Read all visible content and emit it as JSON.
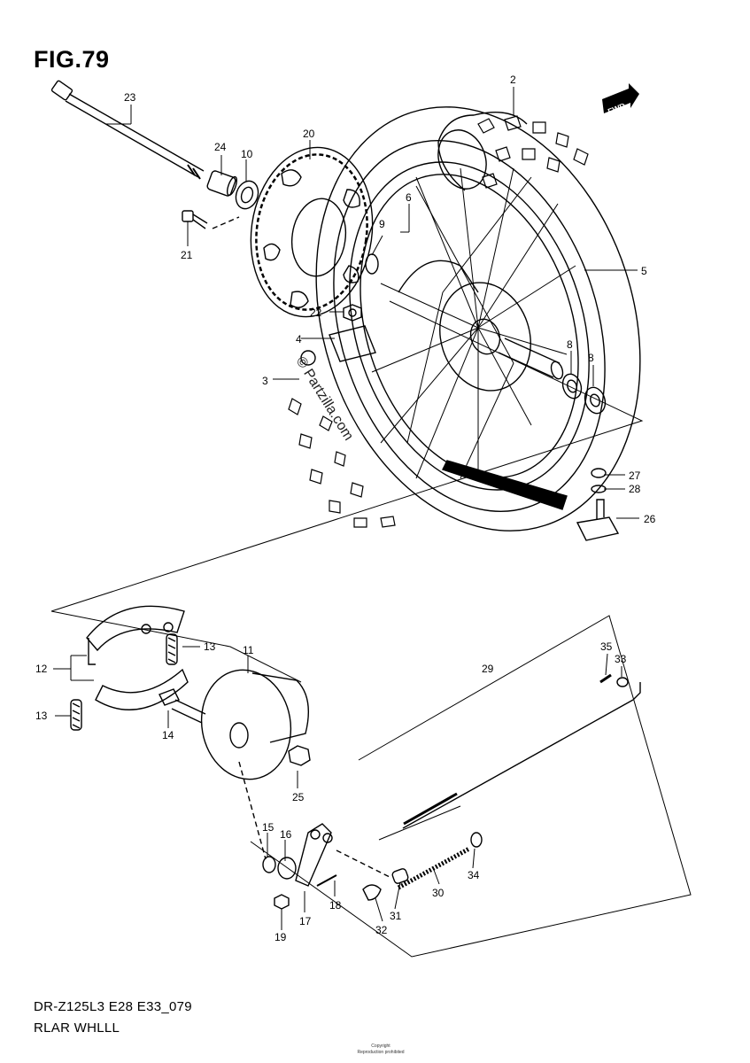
{
  "figure": {
    "title": "FIG.79",
    "model_code": "DR-Z125L3 E28 E33_079",
    "assembly_name": "RLAR WHLLL",
    "watermark": "© Partzilla.com",
    "fwd_label": "FWD",
    "copyright_line1": "Copyright",
    "copyright_line2": "Reproduction prohibited"
  },
  "callouts": {
    "c2": "2",
    "c3": "3",
    "c4": "4",
    "c5": "5",
    "c6": "6",
    "c8a": "8",
    "c8b": "8",
    "c9": "9",
    "c10": "10",
    "c11": "11",
    "c12": "12",
    "c13a": "13",
    "c13b": "13",
    "c14": "14",
    "c15": "15",
    "c16": "16",
    "c17": "17",
    "c18": "18",
    "c19": "19",
    "c20": "20",
    "c21": "21",
    "c22": "22",
    "c23": "23",
    "c24": "24",
    "c25": "25",
    "c26": "26",
    "c27": "27",
    "c28": "28",
    "c29": "29",
    "c30": "30",
    "c31": "31",
    "c32": "32",
    "c33": "33",
    "c34": "34",
    "c35": "35"
  }
}
